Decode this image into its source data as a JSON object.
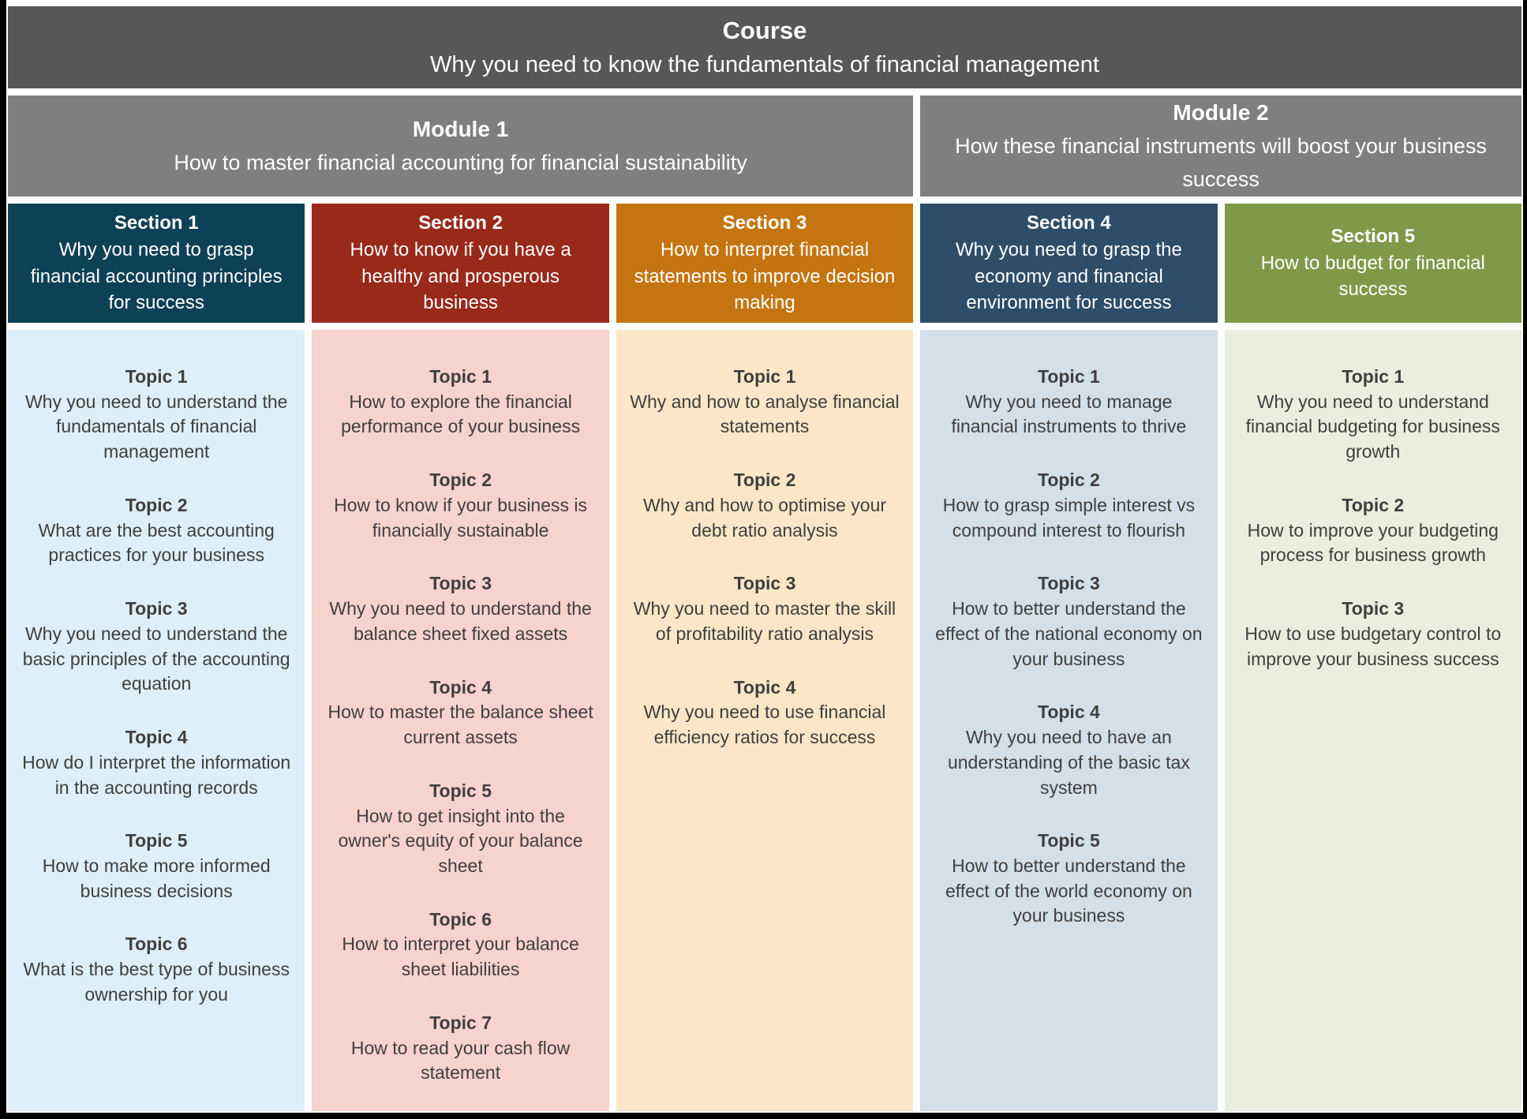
{
  "colors": {
    "frame": "#000000",
    "gutter": "#FFFFFF",
    "course_bg": "#575757",
    "module_bg": "#7F7F7F",
    "header_text": "#FFFFFF",
    "topic_text": "#3F3F3F"
  },
  "course": {
    "label": "Course",
    "title": "Why you need to know the fundamentals of financial management"
  },
  "modules": [
    {
      "label": "Module 1",
      "title": "How to master financial accounting for financial sustainability"
    },
    {
      "label": "Module 2",
      "title": "How these financial instruments will boost your business success"
    }
  ],
  "sections": [
    {
      "label": "Section 1",
      "title": "Why you need to grasp financial accounting principles for success",
      "header_bg": "#0E4156",
      "panel_bg": "#DCEFFA",
      "topics": [
        {
          "label": "Topic 1",
          "text": "Why you need to understand the fundamentals of financial management"
        },
        {
          "label": "Topic 2",
          "text": "What are the best accounting practices for your business"
        },
        {
          "label": "Topic 3",
          "text": "Why you need to understand the basic principles of the accounting equation"
        },
        {
          "label": "Topic 4",
          "text": "How do I interpret the information in the accounting records"
        },
        {
          "label": "Topic 5",
          "text": "How to make more informed business decisions"
        },
        {
          "label": "Topic 6",
          "text": "What is the best type of business ownership for you"
        }
      ]
    },
    {
      "label": "Section 2",
      "title": "How to know if you have a healthy and prosperous business",
      "header_bg": "#99291A",
      "panel_bg": "#F6D3CC",
      "topics": [
        {
          "label": "Topic 1",
          "text": "How to explore the financial performance of your business"
        },
        {
          "label": "Topic 2",
          "text": "How to know if your business is financially sustainable"
        },
        {
          "label": "Topic 3",
          "text": "Why you need to understand the balance sheet fixed assets"
        },
        {
          "label": "Topic 4",
          "text": "How to master the balance sheet current assets"
        },
        {
          "label": "Topic 5",
          "text": "How to get insight into the owner's equity of your balance sheet"
        },
        {
          "label": "Topic 6",
          "text": "How to interpret your balance sheet liabilities"
        },
        {
          "label": "Topic 7",
          "text": "How to read your cash flow statement"
        }
      ]
    },
    {
      "label": "Section 3",
      "title": "How to interpret financial statements to improve decision making",
      "header_bg": "#C4750F",
      "panel_bg": "#FBE6C8",
      "topics": [
        {
          "label": "Topic 1",
          "text": "Why and how to analyse financial statements"
        },
        {
          "label": "Topic 2",
          "text": "Why and how to optimise your debt ratio analysis"
        },
        {
          "label": "Topic 3",
          "text": "Why you need to master the skill of profitability ratio analysis"
        },
        {
          "label": "Topic 4",
          "text": "Why you need to use financial efficiency ratios for success"
        }
      ]
    },
    {
      "label": "Section 4",
      "title": "Why you need to grasp the economy and financial environment for success",
      "header_bg": "#2E4D68",
      "panel_bg": "#D3DFE9",
      "topics": [
        {
          "label": "Topic 1",
          "text": "Why you need to manage financial instruments to thrive"
        },
        {
          "label": "Topic 2",
          "text": "How to grasp simple interest vs compound interest to flourish"
        },
        {
          "label": "Topic 3",
          "text": "How to better understand the effect of the national economy on your business"
        },
        {
          "label": "Topic 4",
          "text": "Why you need to have an understanding of the basic tax system"
        },
        {
          "label": "Topic 5",
          "text": "How to better understand the effect of the world economy on your business"
        }
      ]
    },
    {
      "label": "Section 5",
      "title": "How to budget for financial success",
      "header_bg": "#7E9A48",
      "panel_bg": "#EAEEDC",
      "topics": [
        {
          "label": "Topic 1",
          "text": "Why you need to understand financial budgeting for business growth"
        },
        {
          "label": "Topic 2",
          "text": "How to improve your budgeting process for business growth"
        },
        {
          "label": "Topic 3",
          "text": "How to use budgetary control to improve your business success"
        }
      ]
    }
  ]
}
